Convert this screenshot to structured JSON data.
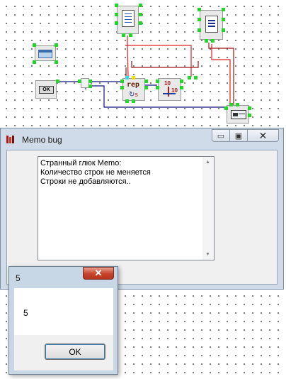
{
  "components": {
    "rep_label": "rep",
    "counter_top": "10",
    "counter_bottom": "10",
    "button_face": "OK"
  },
  "window": {
    "title": "Memo bug",
    "minimize_glyph": "▭",
    "maximize_glyph": "▣",
    "close_glyph": "✕",
    "memo_lines": [
      "Странный глюк Memo:",
      "Количество строк не меняется",
      "Строки не добавляются.."
    ],
    "scroll_up": "▲",
    "scroll_down": "▼"
  },
  "dialog": {
    "title": "5",
    "close_glyph": "✕",
    "message": "5",
    "ok_label": "OK"
  },
  "colors": {
    "wire_red": "#e02020",
    "wire_darkred": "#a01010",
    "wire_blue": "#101080",
    "pin_green": "#25d52a"
  }
}
